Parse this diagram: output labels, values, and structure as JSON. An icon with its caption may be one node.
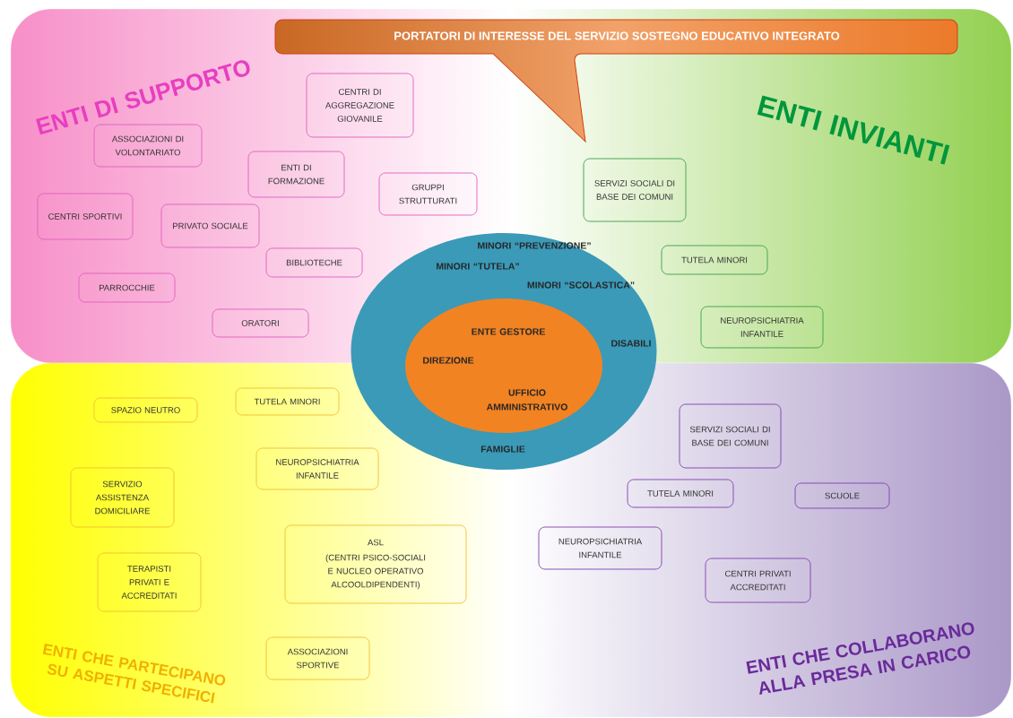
{
  "diagram": {
    "title": "PORTATORI DI INTERESSE DEL SERVIZIO SOSTEGNO EDUCATIVO INTEGRATO",
    "nodes": [
      {
        "text": [
          "ENTI DI SUPPORTO",
          "ENTI INVIANTI"
        ]
      },
      {
        "text": [
          "CENTRI DI AGGREGAZIONE GIOVANILE"
        ],
        "in": 0
      },
      {
        "text": [
          "ASSOCIAZIONI DI VOLONTARIATO"
        ],
        "in": 0
      },
      {
        "text": [
          "ENTI DI FORMAZIONE"
        ],
        "in": 0
      },
      {
        "text": [
          "GRUPPI STRUTTURATI"
        ],
        "in": 0
      },
      {
        "text": [
          "CENTRI SPORTIVI"
        ],
        "in": 0
      },
      {
        "text": [
          "PRIVATO SOCIALE"
        ],
        "in": 0
      },
      {
        "text": [
          "BIBLIOTECHE"
        ],
        "in": 0
      },
      {
        "text": [
          "PARROCCHIE"
        ],
        "in": 0
      },
      {
        "text": [
          "ORATORI"
        ],
        "in": 0
      },
      {
        "text": [
          "SERVIZI SOCIALI DI BASE DEI COMUNI"
        ],
        "in": 0
      },
      {
        "text": [
          "TUTELA MINORI"
        ],
        "in": 0
      },
      {
        "text": [
          "NEUROPSICHIATRIA INFANTILE"
        ],
        "in": 0
      },
      {
        "text": [
          "MINORI “PREVENZIONE”",
          "MINORI “TUTELA”",
          "MINORI “SCOLASTICA”",
          "DISABILI",
          "FAMIGLIE"
        ]
      },
      {
        "text": [
          "ENTE GESTORE",
          "DIREZIONE",
          "UFFICIO AMMINISTRATIVO"
        ],
        "in": 13
      },
      {
        "text": [
          "ENTI CHE PARTECIPANO SU ASPETTI SPECIFICI",
          "ENTI CHE COLLABORANO ALLA PRESA IN CARICO"
        ]
      },
      {
        "text": [
          "SPAZIO NEUTRO"
        ],
        "in": 15
      },
      {
        "text": [
          "TUTELA MINORI"
        ],
        "in": 15
      },
      {
        "text": [
          "NEUROPSICHIATRIA INFANTILE"
        ],
        "in": 15
      },
      {
        "text": [
          "SERVIZIO ASSISTENZA DOMICILIARE"
        ],
        "in": 15
      },
      {
        "text": [
          "ASL",
          "(CENTRI PSICO-SOCIALI E NUCLEO OPERATIVO ALCOOLDIPENDENTI)"
        ],
        "in": 15
      },
      {
        "text": [
          "TERAPISTI PRIVATI E ACCREDITATI"
        ],
        "in": 15
      },
      {
        "text": [
          "ASSOCIAZIONI SPORTIVE"
        ],
        "in": 15
      },
      {
        "text": [
          "SERVIZI SOCIALI DI BASE DEI COMUNI"
        ],
        "in": 15
      },
      {
        "text": [
          "TUTELA MINORI"
        ],
        "in": 15
      },
      {
        "text": [
          "SCUOLE"
        ],
        "in": 15
      },
      {
        "text": [
          "NEUROPSICHIATRIA INFANTILE"
        ],
        "in": 15
      },
      {
        "text": [
          "CENTRI PRIVATI ACCREDITATI"
        ],
        "in": 15
      }
    ]
  }
}
